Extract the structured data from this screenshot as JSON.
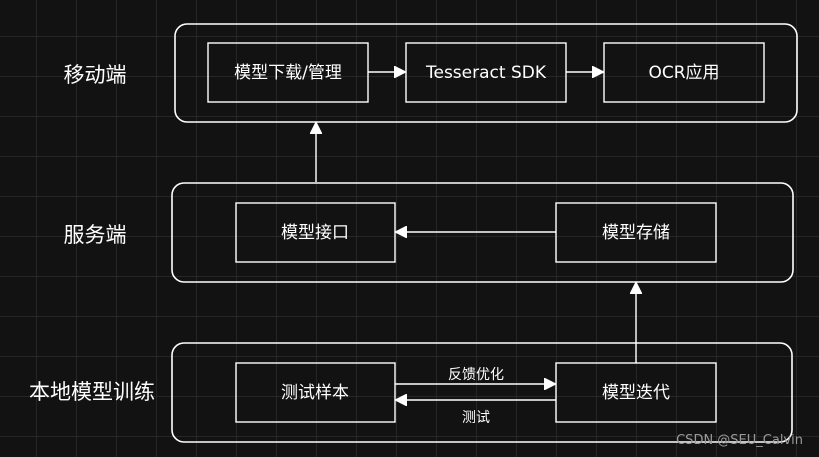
{
  "layers": {
    "mobile": "移动端",
    "server": "服务端",
    "training": "本地模型训练"
  },
  "nodes": {
    "model_download": "模型下载/管理",
    "tesseract_sdk": "Tesseract SDK",
    "ocr_app": "OCR应用",
    "model_api": "模型接口",
    "model_storage": "模型存储",
    "test_samples": "测试样本",
    "model_iteration": "模型迭代"
  },
  "edges": {
    "feedback_optimize": "反馈优化",
    "test": "测试"
  },
  "watermark": "CSDN @SEU_Calvin",
  "colors": {
    "background": "#121212",
    "grid": "#262626",
    "stroke": "#ffffff"
  }
}
